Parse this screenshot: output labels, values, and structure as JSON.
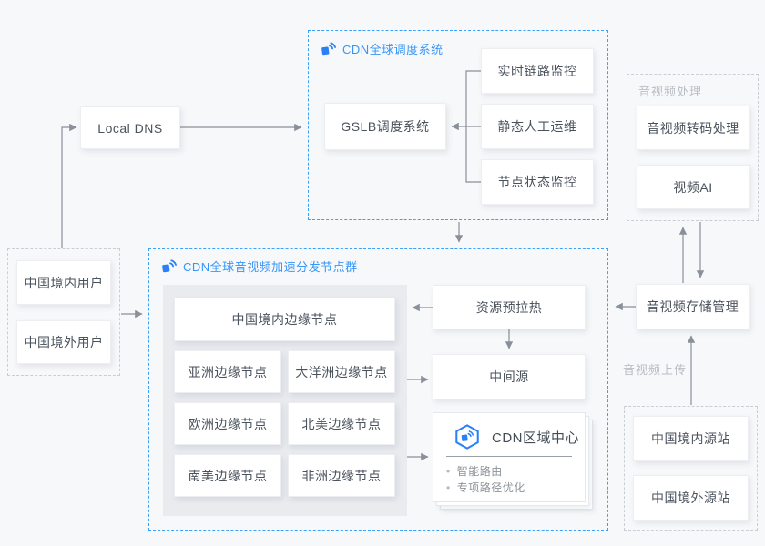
{
  "colors": {
    "accent_blue": "#3696f8",
    "icon_blue": "#2b80f7",
    "arrow_gray": "#8a9099",
    "background": "#f7f8fa",
    "blue_dash": "#3aa1f8",
    "gray_dash": "#c9cdd4"
  },
  "nodes": {
    "local_dns": "Local DNS",
    "users_domestic": "中国境内用户",
    "users_overseas": "中国境外用户"
  },
  "scheduling": {
    "title": "CDN全球调度系统",
    "gslb": "GSLB调度系统",
    "monitors": [
      "实时链路监控",
      "静态人工运维",
      "节点状态监控"
    ]
  },
  "edge": {
    "title": "CDN全球音视频加速分发节点群",
    "china_edge": "中国境内边缘节点",
    "regions": [
      "亚洲边缘节点",
      "大洋洲边缘节点",
      "欧洲边缘节点",
      "北美边缘节点",
      "南美边缘节点",
      "非洲边缘节点"
    ],
    "prefetch": "资源预拉热",
    "mid_source": "中间源",
    "regional_center": {
      "title": "CDN区域中心",
      "features": [
        "智能路由",
        "专项路径优化"
      ]
    }
  },
  "processing": {
    "label": "音视频处理",
    "transcode": "音视频转码处理",
    "video_ai": "视频AI"
  },
  "storage": {
    "label": "音视频存储管理"
  },
  "upload": {
    "label": "音视频上传"
  },
  "origins": {
    "domestic": "中国境内源站",
    "overseas": "中国境外源站"
  }
}
